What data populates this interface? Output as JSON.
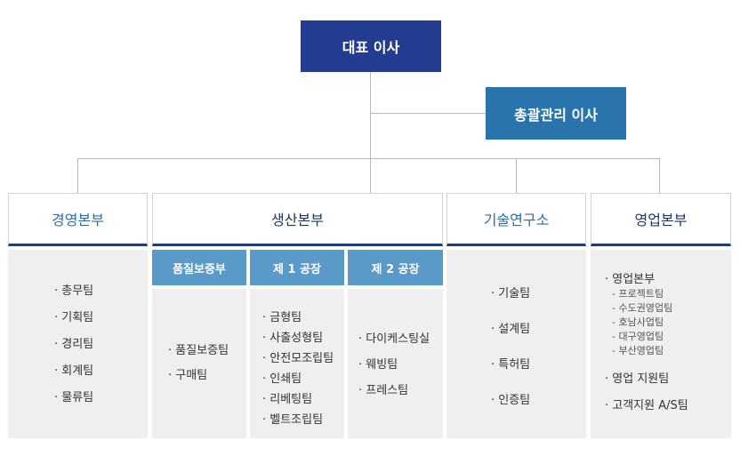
{
  "ceo": "대표 이사",
  "gm": "총괄관리 이사",
  "divisions": [
    {
      "name": "경영본부",
      "teams": [
        "총무팀",
        "기획팀",
        "경리팀",
        "회계팀",
        "물류팀"
      ]
    },
    {
      "name": "생산본부",
      "subunits": [
        {
          "name": "품질보증부",
          "teams": [
            "품질보증팀",
            "구매팀"
          ]
        },
        {
          "name": "제 1 공장",
          "teams": [
            "금형팀",
            "사출성형팀",
            "안전모조립팀",
            "인쇄팀",
            "리베팅팀",
            "벨트조립팀"
          ]
        },
        {
          "name": "제 2 공장",
          "teams": [
            "다이케스팅실",
            "웨빙팀",
            "프레스팀"
          ]
        }
      ]
    },
    {
      "name": "기술연구소",
      "teams": [
        "기술팀",
        "설계팀",
        "특허팀",
        "인증팀"
      ]
    },
    {
      "name": "영업본부",
      "groups": [
        {
          "name": "영업본부",
          "teams": [
            "프로젝트팀",
            "수도권영업팀",
            "호남사업팀",
            "대구영업팀",
            "부산영업팀"
          ]
        },
        {
          "name": "영업 지원팀",
          "teams": []
        },
        {
          "name": "고객지원 A/S팀",
          "teams": []
        }
      ]
    }
  ]
}
